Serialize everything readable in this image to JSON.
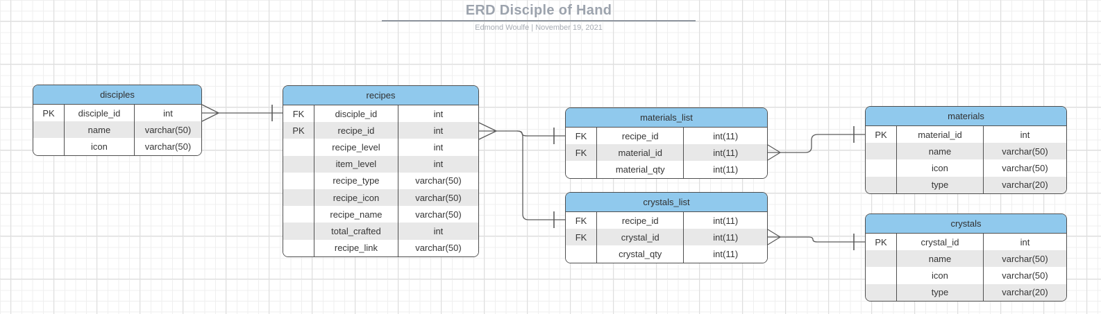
{
  "header": {
    "title": "ERD Disciple of Hand",
    "subtitle": "Edmond Woulfe  |  November 19, 2021"
  },
  "colors": {
    "table_header_blue": "#90c9ed",
    "row_alt_gray": "#e8e8e8",
    "table_border": "#4e4e4e",
    "relationship_line": "#5a5a5a",
    "title_text": "#9ca3ad",
    "subtitle_text": "#a7acb4",
    "title_rule": "#8e959e",
    "grid_minor": "#efefef",
    "grid_major": "#dedede"
  },
  "entities": [
    {
      "id": "disciples",
      "name": "disciples",
      "columns": [
        {
          "key": "PK",
          "name": "disciple_id",
          "type": "int"
        },
        {
          "key": "",
          "name": "name",
          "type": "varchar(50)"
        },
        {
          "key": "",
          "name": "icon",
          "type": "varchar(50)"
        }
      ]
    },
    {
      "id": "recipes",
      "name": "recipes",
      "columns": [
        {
          "key": "FK",
          "name": "disciple_id",
          "type": "int"
        },
        {
          "key": "PK",
          "name": "recipe_id",
          "type": "int"
        },
        {
          "key": "",
          "name": "recipe_level",
          "type": "int"
        },
        {
          "key": "",
          "name": "item_level",
          "type": "int"
        },
        {
          "key": "",
          "name": "recipe_type",
          "type": "varchar(50)"
        },
        {
          "key": "",
          "name": "recipe_icon",
          "type": "varchar(50)"
        },
        {
          "key": "",
          "name": "recipe_name",
          "type": "varchar(50)"
        },
        {
          "key": "",
          "name": "total_crafted",
          "type": "int"
        },
        {
          "key": "",
          "name": "recipe_link",
          "type": "varchar(50)"
        }
      ]
    },
    {
      "id": "materials_list",
      "name": "materials_list",
      "columns": [
        {
          "key": "FK",
          "name": "recipe_id",
          "type": "int(11)"
        },
        {
          "key": "FK",
          "name": "material_id",
          "type": "int(11)"
        },
        {
          "key": "",
          "name": "material_qty",
          "type": "int(11)"
        }
      ]
    },
    {
      "id": "materials",
      "name": "materials",
      "columns": [
        {
          "key": "PK",
          "name": "material_id",
          "type": "int"
        },
        {
          "key": "",
          "name": "name",
          "type": "varchar(50)"
        },
        {
          "key": "",
          "name": "icon",
          "type": "varchar(50)"
        },
        {
          "key": "",
          "name": "type",
          "type": "varchar(20)"
        }
      ]
    },
    {
      "id": "crystals_list",
      "name": "crystals_list",
      "columns": [
        {
          "key": "FK",
          "name": "recipe_id",
          "type": "int(11)"
        },
        {
          "key": "FK",
          "name": "crystal_id",
          "type": "int(11)"
        },
        {
          "key": "",
          "name": "crystal_qty",
          "type": "int(11)"
        }
      ]
    },
    {
      "id": "crystals",
      "name": "crystals",
      "columns": [
        {
          "key": "PK",
          "name": "crystal_id",
          "type": "int"
        },
        {
          "key": "",
          "name": "name",
          "type": "varchar(50)"
        },
        {
          "key": "",
          "name": "icon",
          "type": "varchar(50)"
        },
        {
          "key": "",
          "name": "type",
          "type": "varchar(20)"
        }
      ]
    }
  ],
  "relationships": [
    {
      "from_table": "disciples",
      "from_column": "disciple_id",
      "from_symbol": "many",
      "to_table": "recipes",
      "to_column": "disciple_id",
      "to_symbol": "one"
    },
    {
      "from_table": "recipes",
      "from_column": "recipe_id",
      "from_symbol": "many",
      "to_table": "materials_list",
      "to_column": "recipe_id",
      "to_symbol": "one"
    },
    {
      "from_table": "recipes",
      "from_column": "recipe_id",
      "from_symbol": "many",
      "to_table": "crystals_list",
      "to_column": "recipe_id",
      "to_symbol": "one"
    },
    {
      "from_table": "materials_list",
      "from_column": "material_id",
      "from_symbol": "many",
      "to_table": "materials",
      "to_column": "material_id",
      "to_symbol": "one"
    },
    {
      "from_table": "crystals_list",
      "from_column": "crystal_id",
      "from_symbol": "many",
      "to_table": "crystals",
      "to_column": "crystal_id",
      "to_symbol": "one"
    }
  ]
}
